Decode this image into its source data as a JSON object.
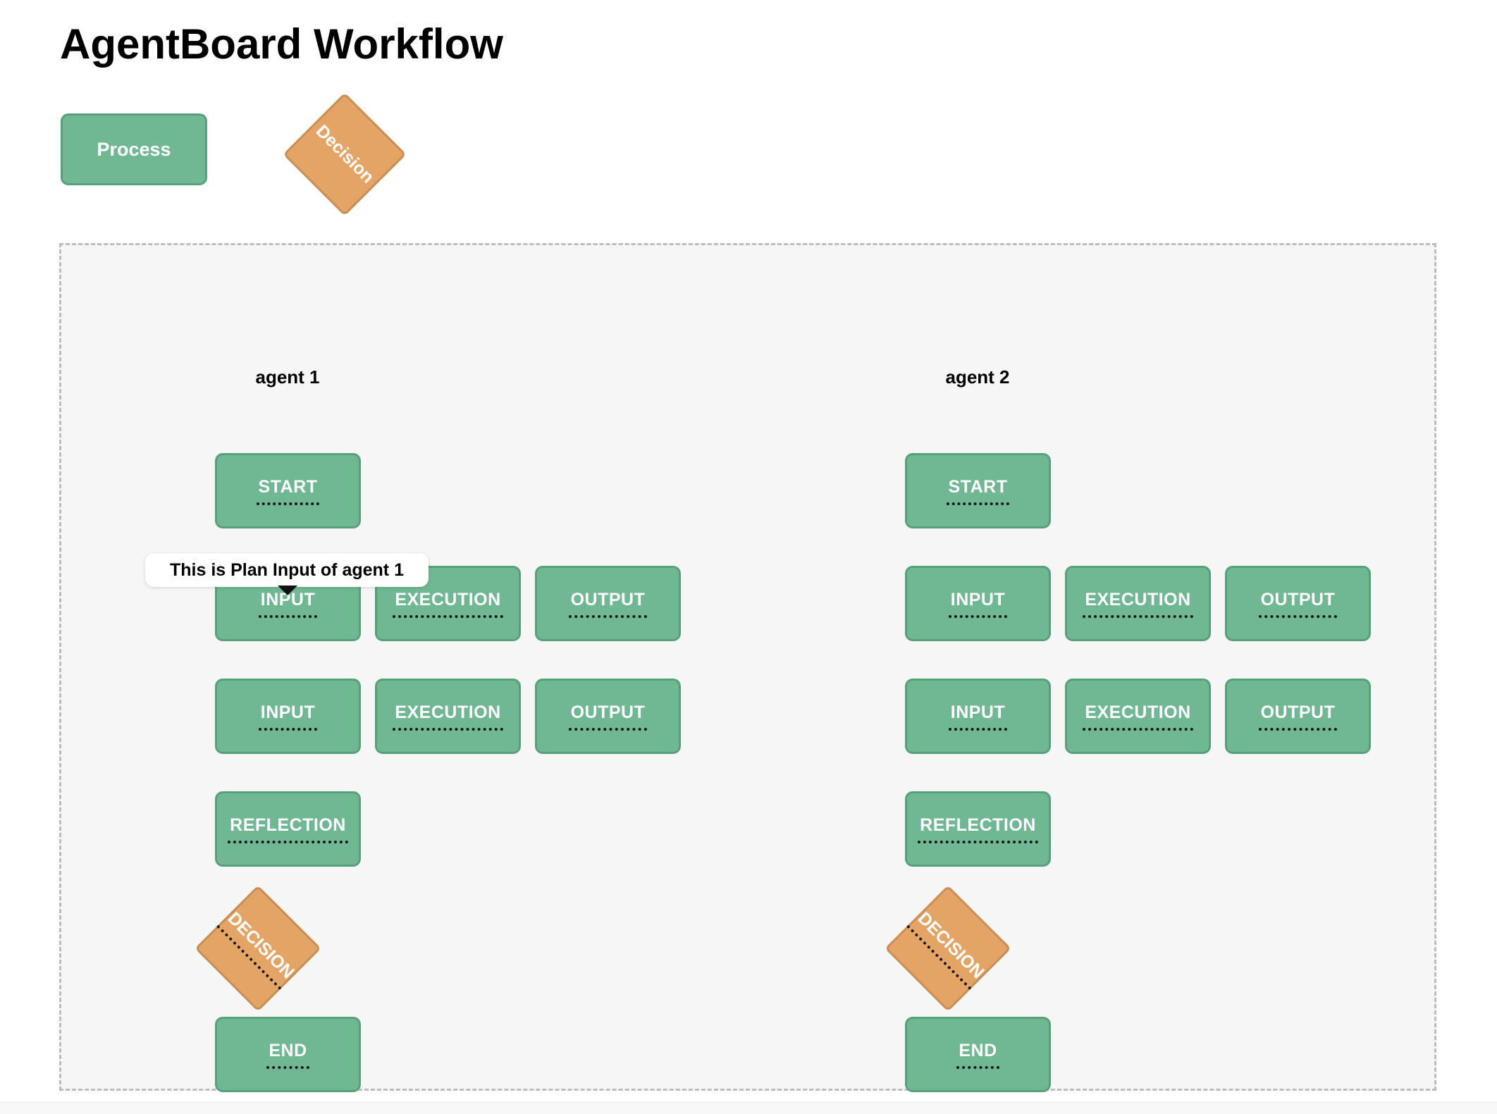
{
  "title": "AgentBoard Workflow",
  "legend": {
    "process": "Process",
    "decision": "Decision"
  },
  "tooltip": {
    "text": "This is Plan Input of agent 1"
  },
  "agents": [
    {
      "name": "agent 1",
      "start": "START",
      "row1": [
        "INPUT",
        "EXECUTION",
        "OUTPUT"
      ],
      "row2": [
        "INPUT",
        "EXECUTION",
        "OUTPUT"
      ],
      "reflection": "REFLECTION",
      "decision": "DECISION",
      "end": "END"
    },
    {
      "name": "agent 2",
      "start": "START",
      "row1": [
        "INPUT",
        "EXECUTION",
        "OUTPUT"
      ],
      "row2": [
        "INPUT",
        "EXECUTION",
        "OUTPUT"
      ],
      "reflection": "REFLECTION",
      "decision": "DECISION",
      "end": "END"
    }
  ],
  "colors": {
    "process_fill": "#6fb893",
    "process_border": "#56a17a",
    "decision_fill": "#e4a465",
    "decision_border": "#c98e52",
    "underline": "#161616",
    "panel_bg": "#f6f6f6",
    "panel_border": "#bdbdbd"
  }
}
